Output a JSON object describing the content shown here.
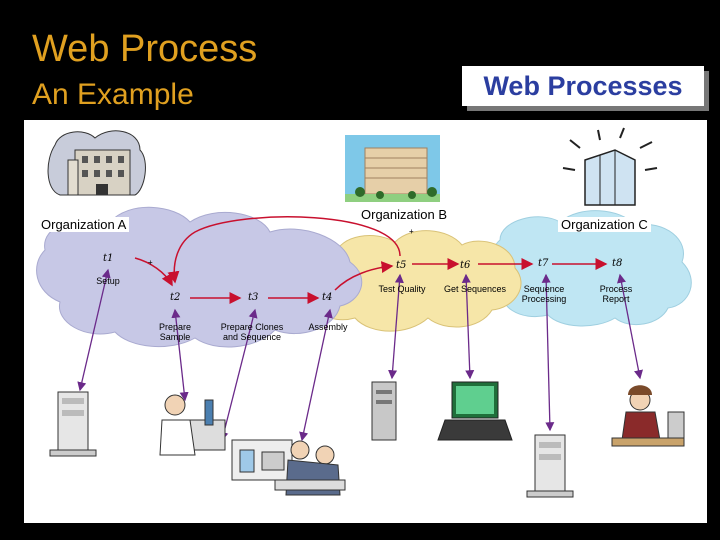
{
  "slide": {
    "title": "Web Process",
    "subtitle": "An Example",
    "badge": "Web Processes"
  },
  "orgs": {
    "a": "Organization A",
    "b": "Organization B",
    "c": "Organization C"
  },
  "tasks": {
    "t1": "t1",
    "t2": "t2",
    "t3": "t3",
    "t4": "t4",
    "t5": "t5",
    "t6": "t6",
    "t7": "t7",
    "t8": "t8"
  },
  "labels": {
    "setup": "Setup",
    "prepare_sample": "Prepare Sample",
    "prepare_clones": "Prepare Clones and Sequence",
    "assembly": "Assembly",
    "test_quality": "Test Quality",
    "get_sequences": "Get Sequences",
    "sequence_processing": "Sequence Processing",
    "process_report": "Process Report"
  },
  "colors": {
    "title": "#e0a020",
    "badge_text": "#2b3ea0",
    "cloud_a": "#c7c8e6",
    "cloud_b": "#f6e6a8",
    "cloud_c": "#bfe6f3",
    "flow_arrow": "#c8102e",
    "link_arrow": "#6b2a8a"
  }
}
